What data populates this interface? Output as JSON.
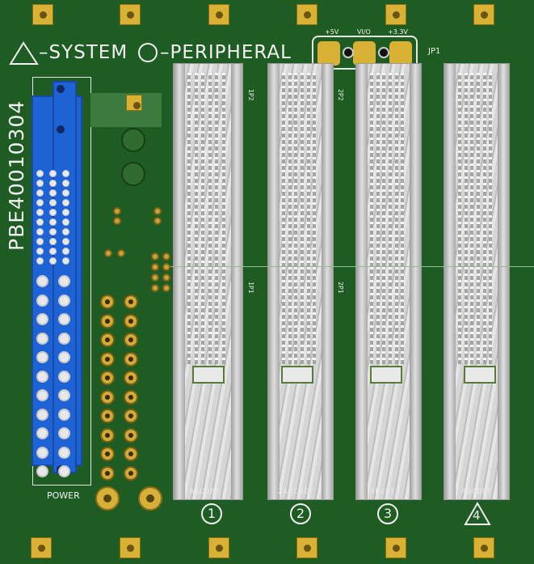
{
  "board": {
    "silk_title_system": "SYSTEM",
    "silk_title_peripheral": "PERIPHERAL",
    "part_number": "PBE40010304",
    "power_label": "POWER",
    "jumper": {
      "name": "JP1",
      "labels": [
        "+5V",
        "VI/O",
        "+3.3V"
      ]
    },
    "slots": [
      {
        "number": "1",
        "top_label": "1P2",
        "mid_label": "1P1"
      },
      {
        "number": "2",
        "top_label": "2P2",
        "mid_label": "2P1"
      },
      {
        "number": "3",
        "top_label": "",
        "mid_label": ""
      },
      {
        "number": "4",
        "top_label": "",
        "mid_label": ""
      }
    ],
    "row_labels": [
      "ZABCDEF",
      "ZABCDEF",
      "ABCDEF",
      "ABCDEF"
    ],
    "colors": {
      "pcb": "#1f5c23",
      "connector_blue": "#1e63d6",
      "silkscreen": "#f2f2f2",
      "gold": "#d9b235"
    }
  }
}
